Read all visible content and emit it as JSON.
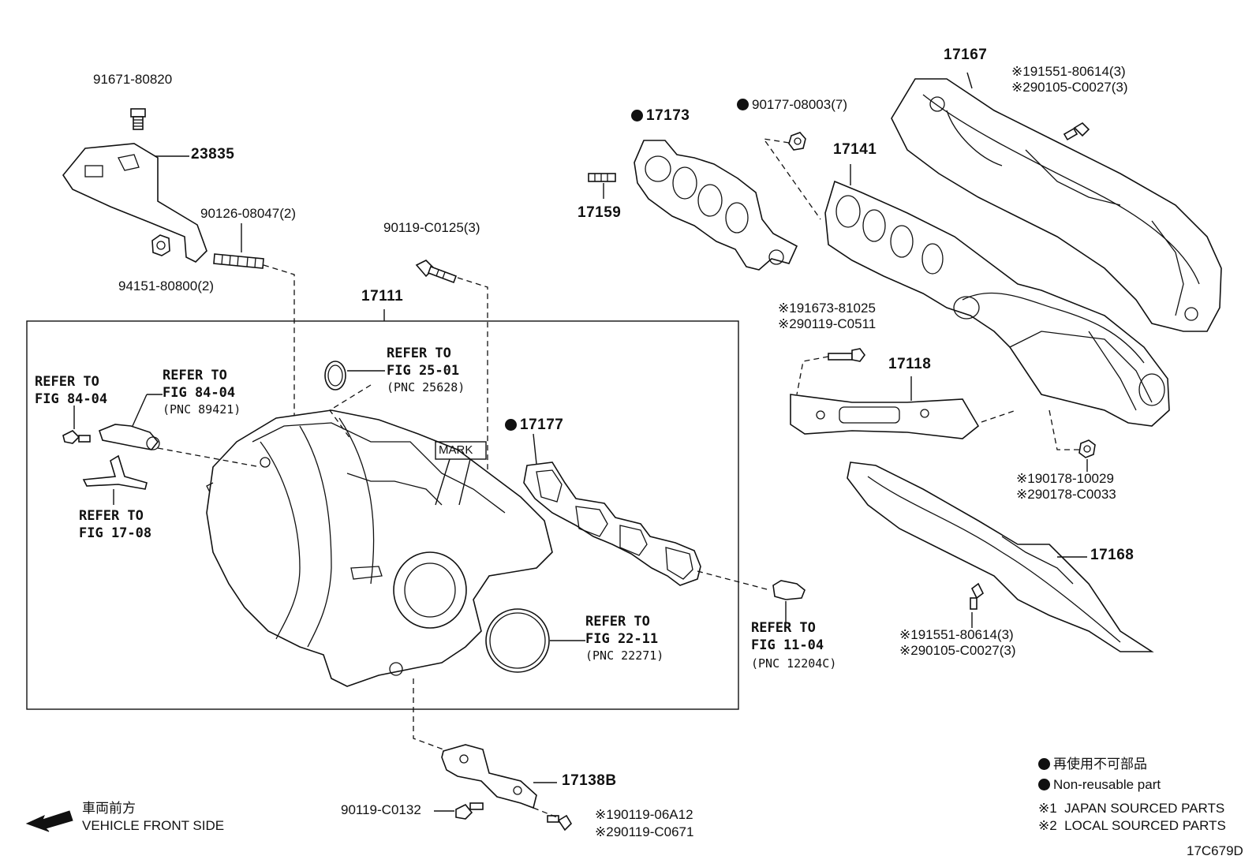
{
  "labels": {
    "p91671": "91671-80820",
    "p23835": "23835",
    "p90126": "90126-08047(2)",
    "p94151": "94151-80800(2)",
    "p90119_c0125": "90119-C0125(3)",
    "p17111": "17111",
    "p17173": "17173",
    "p90177": "90177-08003(7)",
    "p17159": "17159",
    "p17141": "17141",
    "p17167": "17167",
    "p17167_n1": "※191551-80614(3)",
    "p17167_n2": "※290105-C0027(3)",
    "p17118_n1": "※191673-81025",
    "p17118_n2": "※290119-C0511",
    "p17118": "17118",
    "p17177": "17177",
    "p190178": "※190178-10029",
    "p290178": "※290178-C0033",
    "p17168": "17168",
    "p17168_n1": "※191551-80614(3)",
    "p17168_n2": "※290105-C0027(3)",
    "p17138b": "17138B",
    "p90119_c0132": "90119-C0132",
    "p190119": "※190119-06A12",
    "p290119": "※290119-C0671",
    "mark": "MARK",
    "drawing_code": "17C679D"
  },
  "refs": {
    "r1_a": "REFER TO",
    "r1_b": "FIG 84-04",
    "r2_a": "REFER TO",
    "r2_b": "FIG 84-04",
    "r2_c": "(PNC 89421)",
    "r3_a": "REFER TO",
    "r3_b": "FIG 25-01",
    "r3_c": "(PNC 25628)",
    "r4_a": "REFER TO",
    "r4_b": "FIG 17-08",
    "r5_a": "REFER TO",
    "r5_b": "FIG 22-11",
    "r5_c": "(PNC 22271)",
    "r6_a": "REFER TO",
    "r6_b": "FIG 11-04",
    "r6_c": "(PNC 12204C)"
  },
  "legend": {
    "nonreusable_jp": "再使用不可部品",
    "nonreusable_en": "Non-reusable part",
    "japan": "※1  JAPAN SOURCED PARTS",
    "local": "※2  LOCAL SOURCED PARTS"
  },
  "direction": {
    "jp": "車両前方",
    "en": "VEHICLE FRONT SIDE"
  }
}
